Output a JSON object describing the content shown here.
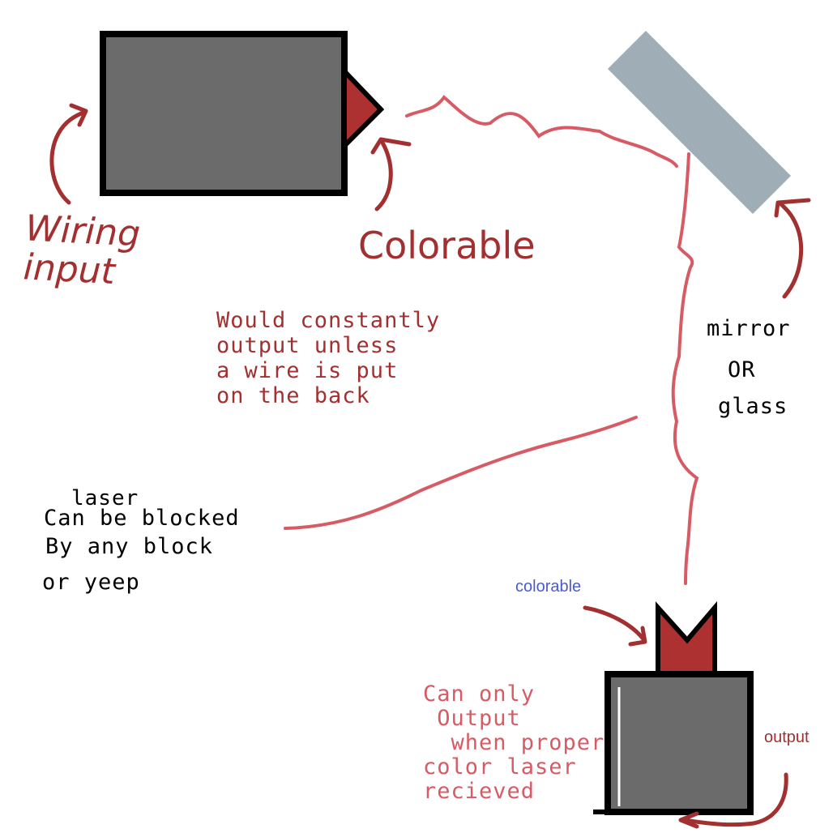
{
  "colors": {
    "background": "#ffffff",
    "block_fill": "#6a6b6a",
    "block_outline": "#000000",
    "emitter_red": "#ad3131",
    "annotation_red": "#a33030",
    "laser_pink": "#d75b64",
    "mirror_grey": "#9eadb6",
    "small_label_blue": "#4a5ad0"
  },
  "labels": {
    "wiring_input": "Wiring\ninput",
    "colorable_big": "Colorable",
    "constantly_output": "Would constantly\noutput unless\na wire is put\non the back",
    "mirror": "mirror",
    "or": "OR",
    "glass": "glass",
    "laser": "laser",
    "can_be_blocked": "Can be blocked",
    "by_any_block": "By any block",
    "or_yeep": "or yeep",
    "colorable_small": "colorable",
    "can_only_output": "Can only\n Output\n  when proper\ncolor laser\nrecieved",
    "output": "output"
  },
  "icons": {
    "emitter": "laser-emitter-block",
    "receiver": "laser-receiver-block",
    "mirror": "mirror-panel"
  }
}
